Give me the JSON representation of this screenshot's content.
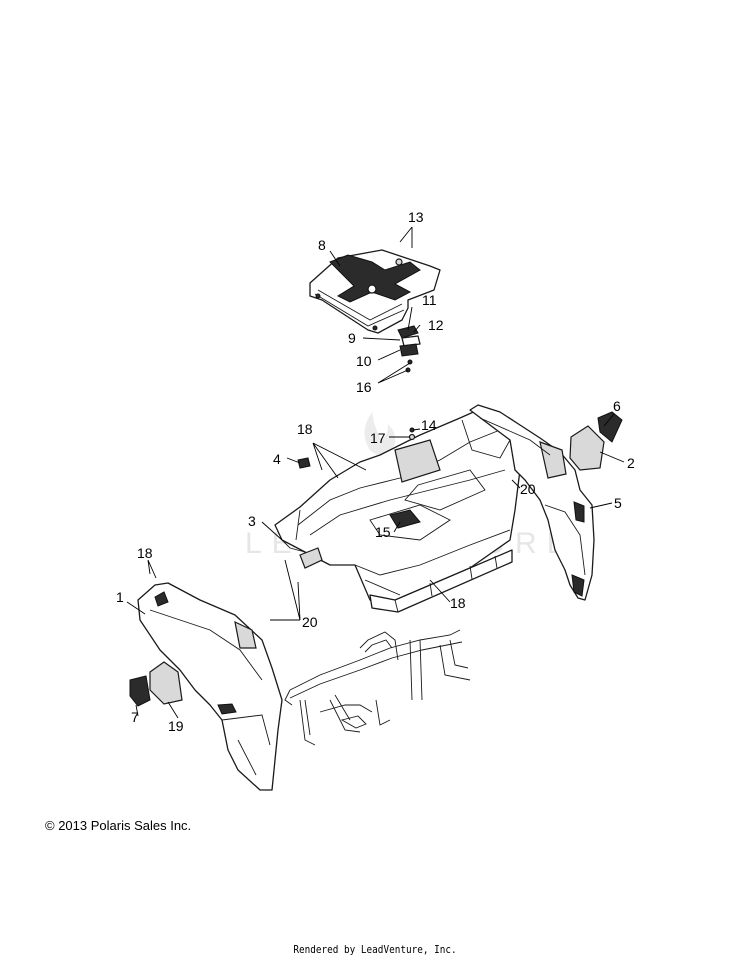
{
  "callouts": {
    "c1": "1",
    "c2": "2",
    "c3": "3",
    "c4": "4",
    "c5": "5",
    "c6": "6",
    "c7": "7",
    "c8": "8",
    "c9": "9",
    "c10": "10",
    "c11": "11",
    "c12": "12",
    "c13": "13",
    "c14": "14",
    "c15": "15",
    "c16": "16",
    "c17": "17",
    "c18a": "18",
    "c18b": "18",
    "c18c": "18",
    "c19": "19",
    "c20a": "20",
    "c20b": "20"
  },
  "watermark": "LEADVENTURE",
  "copyright": "© 2013 Polaris Sales Inc.",
  "rendered_by": "Rendered by LeadVenture, Inc."
}
